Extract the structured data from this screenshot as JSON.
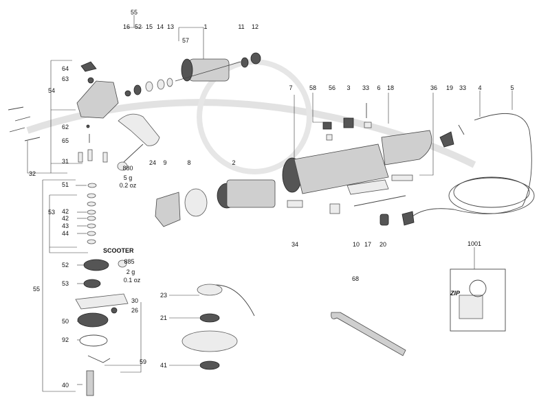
{
  "watermark": {
    "line1": "SCOOTER",
    "line2": "ZIP"
  },
  "callouts": [
    {
      "id": "c55top",
      "text": "55"
    },
    {
      "id": "c16",
      "text": "16"
    },
    {
      "id": "c52a",
      "text": "52"
    },
    {
      "id": "c15",
      "text": "15"
    },
    {
      "id": "c14",
      "text": "14"
    },
    {
      "id": "c13",
      "text": "13"
    },
    {
      "id": "c1",
      "text": "1"
    },
    {
      "id": "c11",
      "text": "11"
    },
    {
      "id": "c12",
      "text": "12"
    },
    {
      "id": "c57",
      "text": "57"
    },
    {
      "id": "c7",
      "text": "7"
    },
    {
      "id": "c58",
      "text": "58"
    },
    {
      "id": "c56",
      "text": "56"
    },
    {
      "id": "c3",
      "text": "3"
    },
    {
      "id": "c33a",
      "text": "33"
    },
    {
      "id": "c6",
      "text": "6"
    },
    {
      "id": "c18",
      "text": "18"
    },
    {
      "id": "c36",
      "text": "36"
    },
    {
      "id": "c19",
      "text": "19"
    },
    {
      "id": "c33b",
      "text": "33"
    },
    {
      "id": "c4",
      "text": "4"
    },
    {
      "id": "c5",
      "text": "5"
    },
    {
      "id": "c64",
      "text": "64"
    },
    {
      "id": "c63",
      "text": "63"
    },
    {
      "id": "c54",
      "text": "54"
    },
    {
      "id": "c62",
      "text": "62"
    },
    {
      "id": "c65",
      "text": "65"
    },
    {
      "id": "c31",
      "text": "31"
    },
    {
      "id": "c32",
      "text": "32"
    },
    {
      "id": "c24",
      "text": "24"
    },
    {
      "id": "c9",
      "text": "9"
    },
    {
      "id": "c8",
      "text": "8"
    },
    {
      "id": "c2",
      "text": "2"
    },
    {
      "id": "c880",
      "text": "880"
    },
    {
      "id": "c5g",
      "text": "5 g"
    },
    {
      "id": "c02oz",
      "text": "0.2 oz"
    },
    {
      "id": "c51",
      "text": "51"
    },
    {
      "id": "c53a",
      "text": "53"
    },
    {
      "id": "c42a",
      "text": "42"
    },
    {
      "id": "c42b",
      "text": "42"
    },
    {
      "id": "c43",
      "text": "43"
    },
    {
      "id": "c44",
      "text": "44"
    },
    {
      "id": "c55side",
      "text": "55"
    },
    {
      "id": "c52b",
      "text": "52"
    },
    {
      "id": "c885",
      "text": "885"
    },
    {
      "id": "c2g",
      "text": "2 g"
    },
    {
      "id": "c01oz",
      "text": "0.1 oz"
    },
    {
      "id": "c53b",
      "text": "53"
    },
    {
      "id": "c30",
      "text": "30"
    },
    {
      "id": "c26",
      "text": "26"
    },
    {
      "id": "c50",
      "text": "50"
    },
    {
      "id": "c92",
      "text": "92"
    },
    {
      "id": "c59",
      "text": "59"
    },
    {
      "id": "c40",
      "text": "40"
    },
    {
      "id": "c23",
      "text": "23"
    },
    {
      "id": "c21",
      "text": "21"
    },
    {
      "id": "c41",
      "text": "41"
    },
    {
      "id": "c34",
      "text": "34"
    },
    {
      "id": "c10",
      "text": "10"
    },
    {
      "id": "c17",
      "text": "17"
    },
    {
      "id": "c20",
      "text": "20"
    },
    {
      "id": "c1001",
      "text": "1001"
    },
    {
      "id": "c68",
      "text": "68"
    }
  ]
}
